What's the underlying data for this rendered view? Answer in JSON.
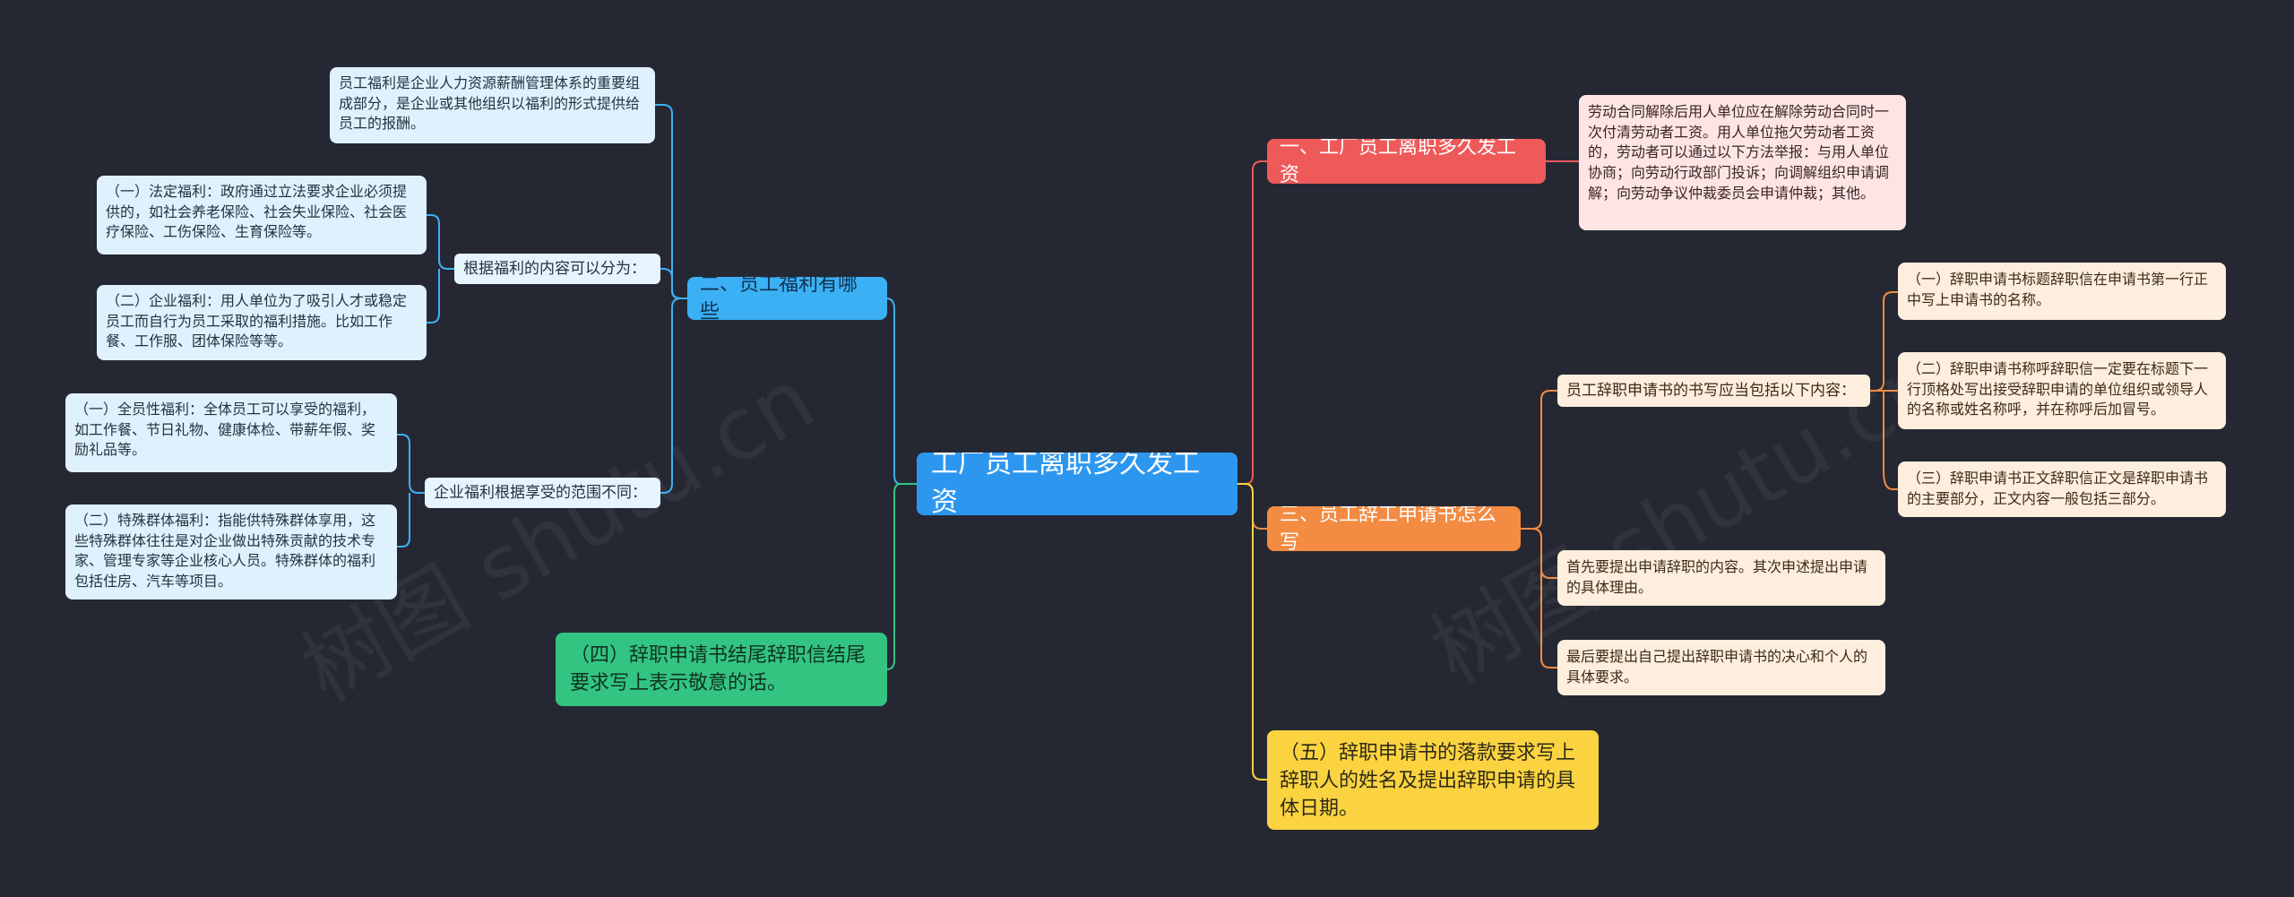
{
  "root": {
    "label": "工厂员工离职多久发工资"
  },
  "left": {
    "benefits": {
      "label": "二、员工福利有哪些",
      "definition": "员工福利是企业人力资源薪酬管理体系的重要组成部分，是企业或其他组织以福利的形式提供给员工的报酬。",
      "by_content": {
        "label": "根据福利的内容可以分为：",
        "items": [
          "（一）法定福利：政府通过立法要求企业必须提供的，如社会养老保险、社会失业保险、社会医疗保险、工伤保险、生育保险等。",
          "（二）企业福利：用人单位为了吸引人才或稳定员工而自行为员工采取的福利措施。比如工作餐、工作服、团体保险等等。"
        ]
      },
      "by_scope": {
        "label": "企业福利根据享受的范围不同：",
        "items": [
          "（一）全员性福利：全体员工可以享受的福利，如工作餐、节日礼物、健康体检、带薪年假、奖励礼品等。",
          "（二）特殊群体福利：指能供特殊群体享用，这些特殊群体往往是对企业做出特殊贡献的技术专家、管理专家等企业核心人员。特殊群体的福利包括住房、汽车等项目。"
        ]
      }
    },
    "closing": {
      "label": "（四）辞职申请书结尾辞职信结尾要求写上表示敬意的话。"
    }
  },
  "right": {
    "wages": {
      "label": "一、工厂员工离职多久发工资",
      "detail": "劳动合同解除后用人单位应在解除劳动合同时一次付清劳动者工资。用人单位拖欠劳动者工资的，劳动者可以通过以下方法举报：与用人单位协商；向劳动行政部门投诉；向调解组织申请调解；向劳动争议仲裁委员会申请仲裁；其他。"
    },
    "letter": {
      "label": "三、员工辞工申请书怎么写",
      "includes": {
        "label": "员工辞职申请书的书写应当包括以下内容：",
        "items": [
          "（一）辞职申请书标题辞职信在申请书第一行正中写上申请书的名称。",
          "（二）辞职申请书称呼辞职信一定要在标题下一行顶格处写出接受辞职申请的单位组织或领导人的名称或姓名称呼，并在称呼后加冒号。",
          "（三）辞职申请书正文辞职信正文是辞职申请书的主要部分，正文内容一般包括三部分。"
        ]
      },
      "first": "首先要提出申请辞职的内容。其次申述提出申请的具体理由。",
      "last": "最后要提出自己提出辞职申请书的决心和个人的具体要求。"
    },
    "signature": {
      "label": "（五）辞职申请书的落款要求写上辞职人的姓名及提出辞职申请的具体日期。"
    }
  },
  "watermark": "树图 shutu.cn",
  "colors": {
    "background": "#252833",
    "root": "#2d97f0",
    "benefits": "#3cb0f5",
    "closing": "#33c482",
    "wages": "#ee5a5a",
    "letter": "#f38b42",
    "signature": "#fbd341"
  }
}
